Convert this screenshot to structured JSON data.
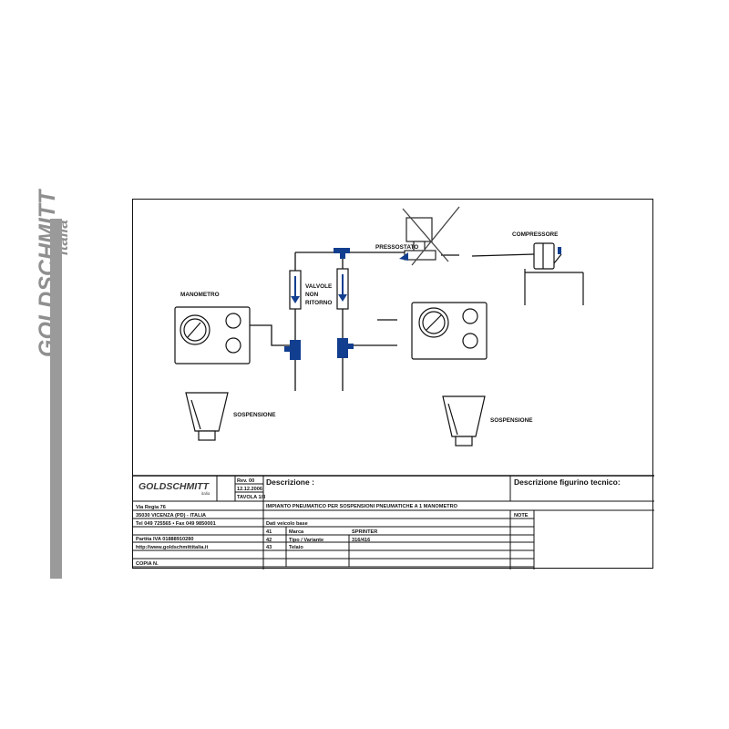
{
  "side_logo": {
    "brand": "GOLDSCHMITT",
    "sub": "italia"
  },
  "diagram": {
    "labels": {
      "pressostato": "PRESSOSTATO",
      "compressore": "COMPRESSORE",
      "manometro": "MANOMETRO",
      "valvole_1": "VALVOLE",
      "valvole_2": "NON",
      "valvole_3": "RITORNO",
      "sospensione_left": "SOSPENSIONE",
      "sospensione_right": "SOSPENSIONE"
    }
  },
  "title_block": {
    "logo": "GOLDSCHMITT",
    "logo_sub": "italia",
    "rev": "Rev. 00",
    "date": "12.12.2006",
    "tavola": "TAVOLA 1/3",
    "descrizione_label": "Descrizione :",
    "descrizione_text": "IMPIANTO PNEUMATICO PER SOSPENSIONI PNEUMATICHE A 1 MANOMETRO",
    "descrizione_figurino": "Descrizione figurino tecnico:",
    "address": "Via Regia 76",
    "city": "35030 VICENZA (PD) - ITALIA",
    "tel": "Tel 049 725565  •  Fax 049 9850001",
    "piva": "Partita IVA   01888910280",
    "web": "http://www.goldschmittitalia.it",
    "copia": "COPIA N.",
    "dati": "Dati veicolo base",
    "note": "NOTE",
    "rows": [
      {
        "code": "41",
        "label": "Marca",
        "value": "SPRINTER"
      },
      {
        "code": "42",
        "label": "Tipo / Variante",
        "value": "316/416"
      },
      {
        "code": "43",
        "label": "Telaio",
        "value": ""
      }
    ]
  }
}
